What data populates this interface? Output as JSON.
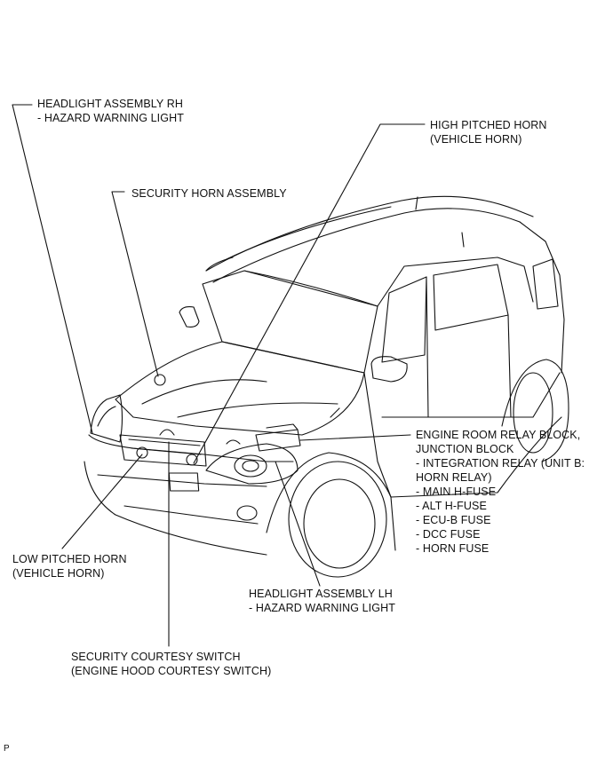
{
  "callouts": {
    "headlight_rh": {
      "lines": [
        "HEADLIGHT ASSEMBLY RH",
        "- HAZARD WARNING LIGHT"
      ]
    },
    "high_pitched_horn": {
      "lines": [
        "HIGH PITCHED HORN",
        "(VEHICLE HORN)"
      ]
    },
    "security_horn": {
      "lines": [
        "SECURITY HORN ASSEMBLY"
      ]
    },
    "engine_room_relay_block": {
      "lines": [
        "ENGINE ROOM RELAY BLOCK,",
        "JUNCTION BLOCK",
        "- INTEGRATION RELAY (UNIT B:",
        "HORN RELAY)",
        "- MAIN H-FUSE",
        "- ALT H-FUSE",
        "- ECU-B FUSE",
        "- DCC FUSE",
        "- HORN FUSE"
      ]
    },
    "low_pitched_horn": {
      "lines": [
        "LOW PITCHED HORN",
        "(VEHICLE HORN)"
      ]
    },
    "headlight_lh": {
      "lines": [
        "HEADLIGHT ASSEMBLY LH",
        "- HAZARD WARNING LIGHT"
      ]
    },
    "security_courtesy_switch": {
      "lines": [
        "SECURITY COURTESY SWITCH",
        "(ENGINE HOOD COURTESY SWITCH)"
      ]
    }
  },
  "footer": {
    "code": "P"
  },
  "colors": {
    "ink": "#111111",
    "background": "#ffffff"
  }
}
